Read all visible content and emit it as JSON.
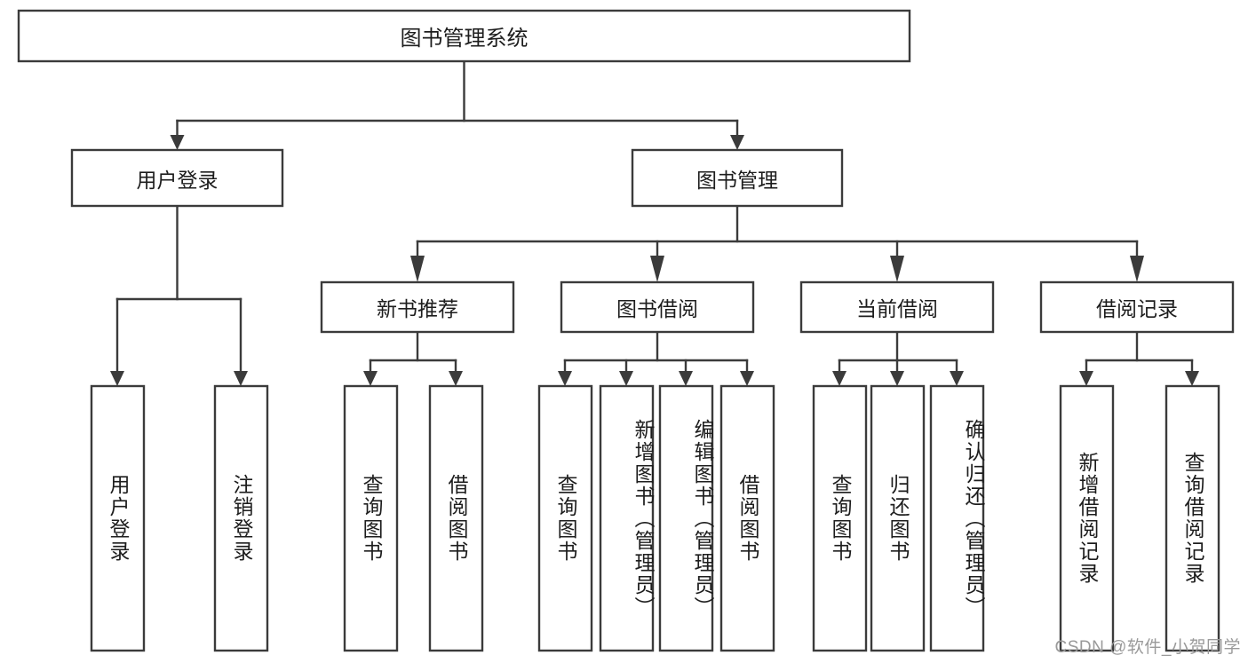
{
  "diagram": {
    "type": "tree",
    "title": "图书管理系统",
    "watermark": "CSDN @软件_小贺同学",
    "colors": {
      "box_stroke": "#3b3b3b",
      "box_fill": "#ffffff",
      "text": "#1d1d1d",
      "background": "#ffffff",
      "watermark": "#9a9a9a"
    },
    "root": {
      "label": "图书管理系统"
    },
    "level2": [
      {
        "label": "用户登录"
      },
      {
        "label": "图书管理"
      }
    ],
    "level3": [
      {
        "label": "新书推荐"
      },
      {
        "label": "图书借阅"
      },
      {
        "label": "当前借阅"
      },
      {
        "label": "借阅记录"
      }
    ],
    "leaves": {
      "user_login": [
        {
          "label": "用户登录"
        },
        {
          "label": "注销登录"
        }
      ],
      "new_book_recommend": [
        {
          "label": "查询图书"
        },
        {
          "label": "借阅图书"
        }
      ],
      "book_borrow": [
        {
          "label": "查询图书"
        },
        {
          "label": "新增图书（管理员）"
        },
        {
          "label": "编辑图书（管理员）"
        },
        {
          "label": "借阅图书"
        }
      ],
      "current_borrow": [
        {
          "label": "查询图书"
        },
        {
          "label": "归还图书"
        },
        {
          "label": "确认归还（管理员）"
        }
      ],
      "borrow_record": [
        {
          "label": "新增借阅记录"
        },
        {
          "label": "查询借阅记录"
        }
      ]
    }
  }
}
